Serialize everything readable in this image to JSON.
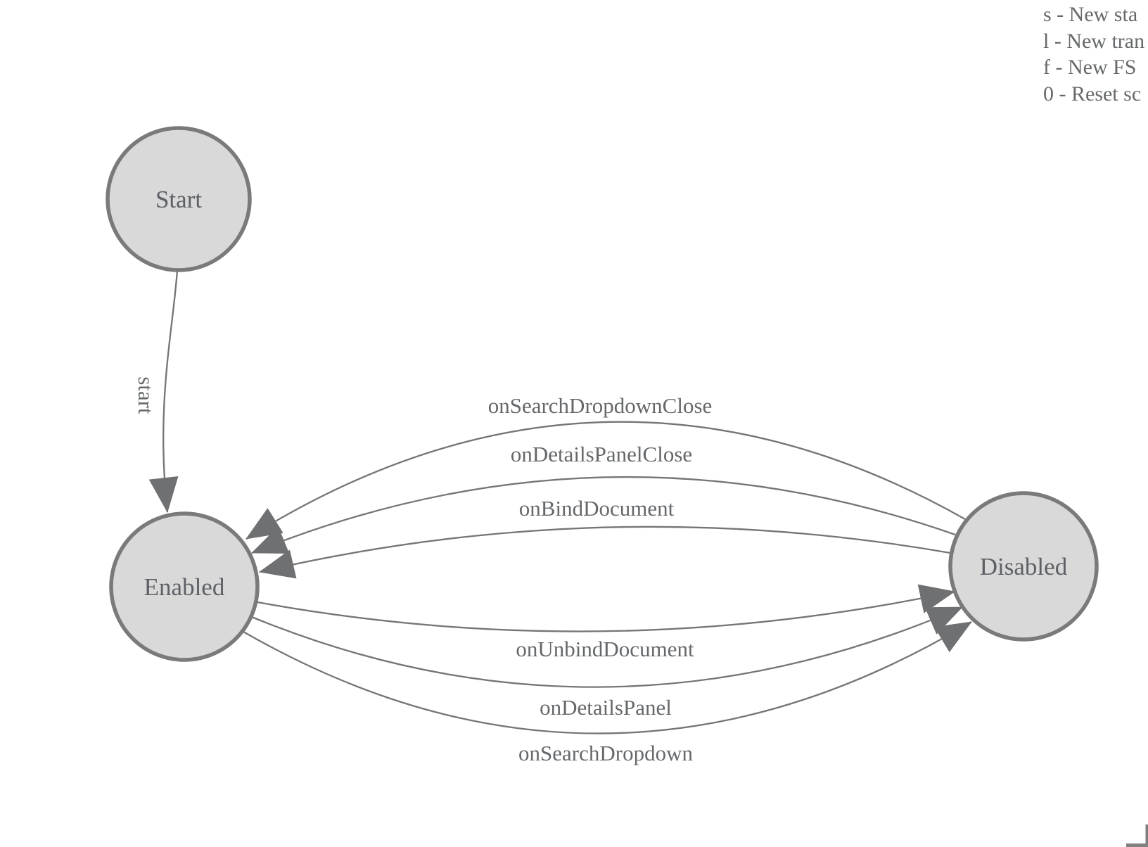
{
  "shortcuts_legend": {
    "items": [
      "s - New sta",
      "l - New tran",
      "f - New FS",
      "0 - Reset sc"
    ]
  },
  "diagram": {
    "type": "finite-state-machine",
    "states": [
      {
        "id": "start",
        "label": "Start"
      },
      {
        "id": "enabled",
        "label": "Enabled"
      },
      {
        "id": "disabled",
        "label": "Disabled"
      }
    ],
    "transitions": [
      {
        "label": "start",
        "from": "Start",
        "to": "Enabled"
      },
      {
        "label": "onSearchDropdownClose",
        "from": "Disabled",
        "to": "Enabled"
      },
      {
        "label": "onDetailsPanelClose",
        "from": "Disabled",
        "to": "Enabled"
      },
      {
        "label": "onBindDocument",
        "from": "Disabled",
        "to": "Enabled"
      },
      {
        "label": "onUnbindDocument",
        "from": "Enabled",
        "to": "Disabled"
      },
      {
        "label": "onDetailsPanel",
        "from": "Enabled",
        "to": "Disabled"
      },
      {
        "label": "onSearchDropdown",
        "from": "Enabled",
        "to": "Disabled"
      }
    ],
    "colors": {
      "canvas_background": "#ffffff",
      "state_fill": "#d9d9d9",
      "state_stroke": "#7a7a7a",
      "edge_stroke": "#757575",
      "arrowhead_fill": "#6f7072",
      "state_text": "#5d6166",
      "edge_text": "#65686b",
      "legend_text": "#66696b"
    }
  }
}
